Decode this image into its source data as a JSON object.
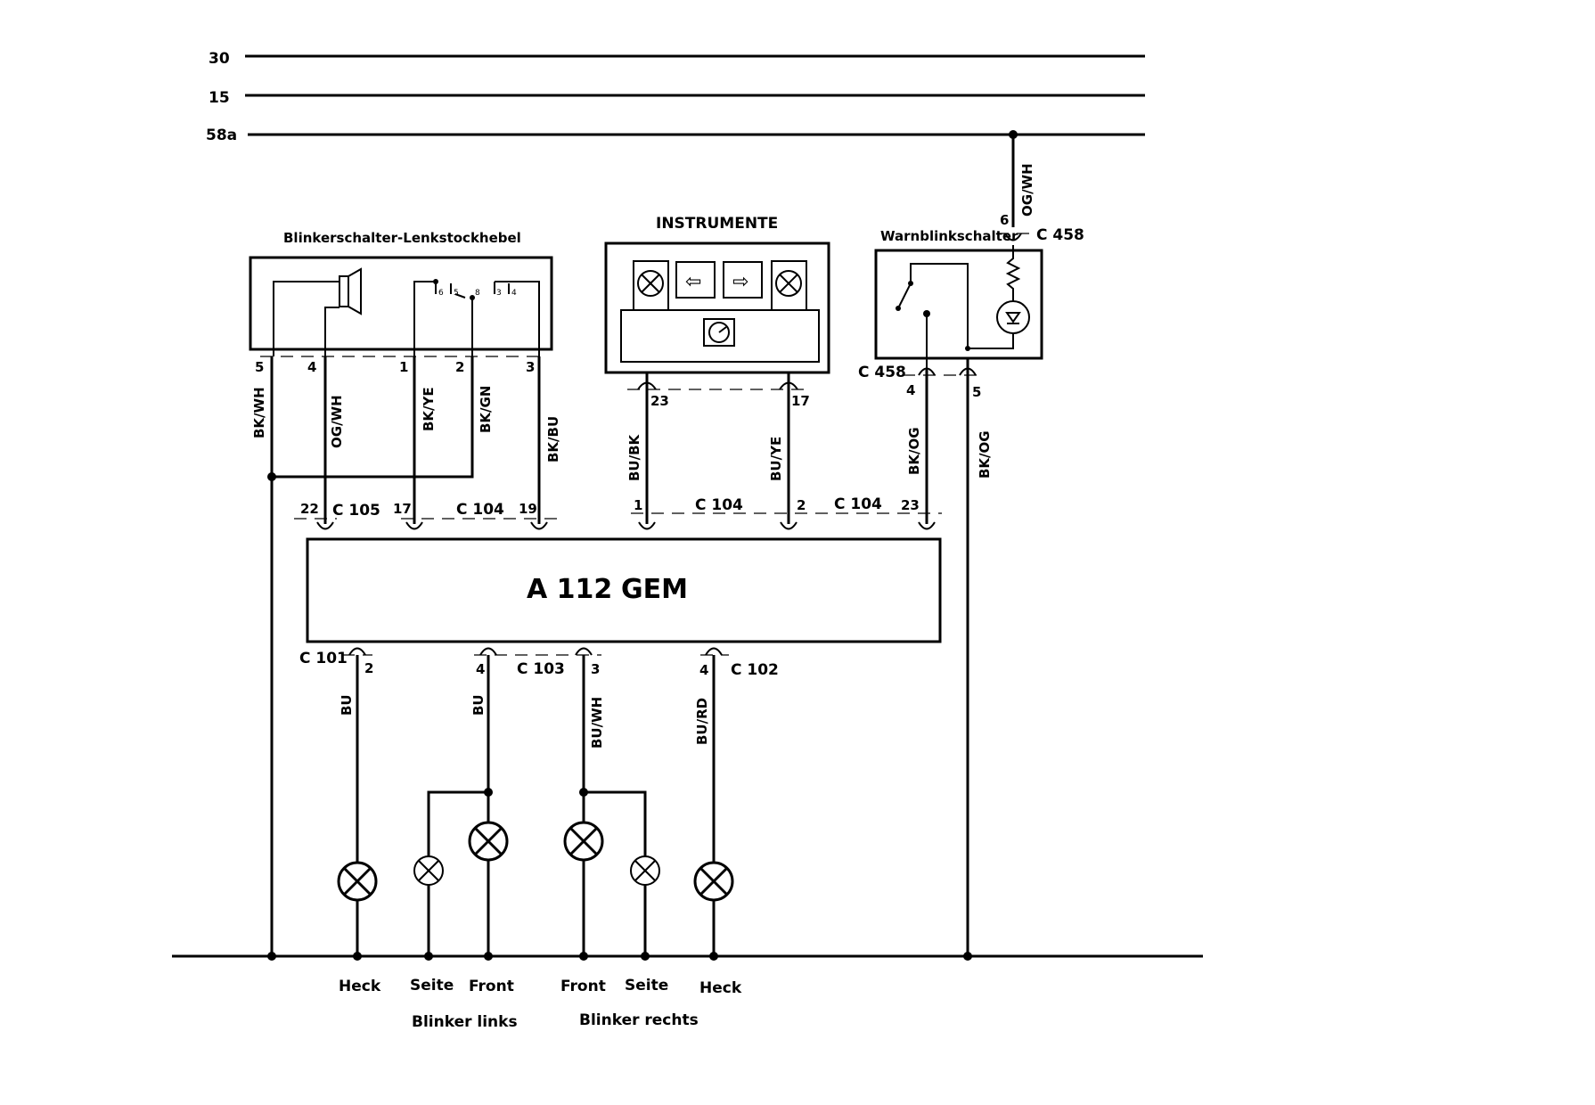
{
  "rails": [
    "30",
    "15",
    "58a"
  ],
  "modules": {
    "switch_title": "Blinkerschalter-Lenkstockhebel",
    "instruments_title": "INSTRUMENTE",
    "hazard_title": "Warnblinkschalter",
    "gem_id": "A 112",
    "gem_name": "GEM"
  },
  "switch_pins": [
    "5",
    "4",
    "1",
    "2",
    "3"
  ],
  "switch_contacts": [
    "6",
    "5",
    "8",
    "3",
    "4"
  ],
  "instrument_pins": [
    "23",
    "17"
  ],
  "hazard_pins": [
    "6",
    "4",
    "5"
  ],
  "wires": [
    "BK/WH",
    "OG/WH",
    "BK/YE",
    "BK/GN",
    "BK/BU",
    "BU/BK",
    "BU/YE",
    "BK/OG",
    "BK/OG",
    "OG/WH",
    "BU",
    "BU",
    "BU/WH",
    "BU/RD"
  ],
  "connectors": [
    "C 458",
    "C 458",
    "C 105",
    "C 104",
    "C 104",
    "C 104",
    "C 101",
    "C 103",
    "C 102"
  ],
  "gem_top_pins": [
    "22",
    "17",
    "19",
    "1",
    "2",
    "23"
  ],
  "gem_bottom_pins": [
    "2",
    "4",
    "3",
    "4"
  ],
  "lamps": [
    "Heck",
    "Seite",
    "Front",
    "Front",
    "Seite",
    "Heck"
  ],
  "groups": [
    "Blinker links",
    "Blinker rechts"
  ]
}
